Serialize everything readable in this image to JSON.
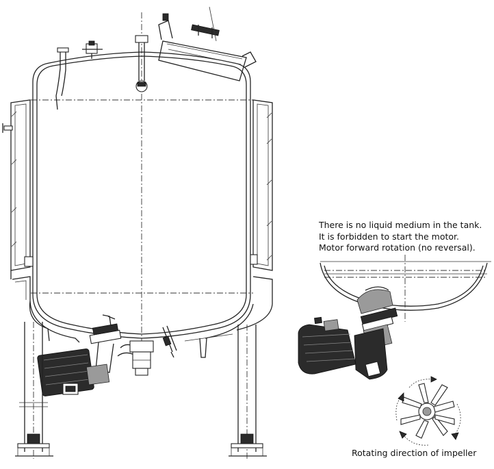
{
  "notes": {
    "line1": "There is no liquid medium in the tank.",
    "line2": "It is forbidden to start the motor.",
    "line3": "Motor forward rotation (no reversal)."
  },
  "impeller_caption": "Rotating direction of impeller"
}
